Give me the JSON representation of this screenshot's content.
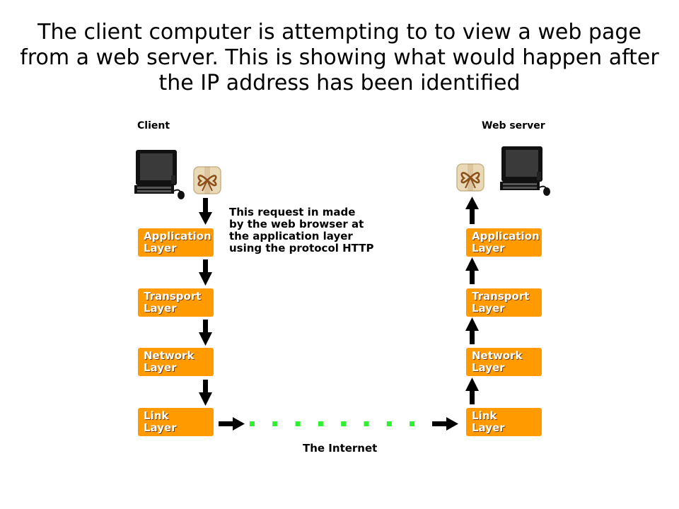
{
  "title": {
    "lines": [
      "The client computer is attempting to to view a web page",
      "from a web server. This is showing what would happen after",
      "the IP address has been identified"
    ]
  },
  "client": {
    "label": "Client",
    "layers": [
      {
        "lines": [
          "Application",
          "Layer"
        ]
      },
      {
        "lines": [
          "Transport",
          "Layer"
        ]
      },
      {
        "lines": [
          "Network",
          "Layer"
        ]
      },
      {
        "lines": [
          "Link",
          "Layer"
        ]
      }
    ]
  },
  "server": {
    "label": "Web server",
    "layers": [
      {
        "lines": [
          "Application",
          "Layer"
        ]
      },
      {
        "lines": [
          "Transport",
          "Layer"
        ]
      },
      {
        "lines": [
          "Network",
          "Layer"
        ]
      },
      {
        "lines": [
          "Link",
          "Layer"
        ]
      }
    ]
  },
  "note": {
    "lines": [
      "This request in made",
      "by the web browser at",
      "the application layer",
      "using the protocol HTTP"
    ]
  },
  "internet": {
    "label": "The Internet",
    "dot_color": "#2ff02f"
  },
  "colors": {
    "layer_fill": "#ff9b00",
    "arrow": "#000000",
    "package": "#e9d9b6",
    "ribbon": "#8a4f1a"
  },
  "icons": [
    "computer-icon",
    "package-icon",
    "arrow-down-icon",
    "arrow-up-icon",
    "arrow-right-icon"
  ]
}
